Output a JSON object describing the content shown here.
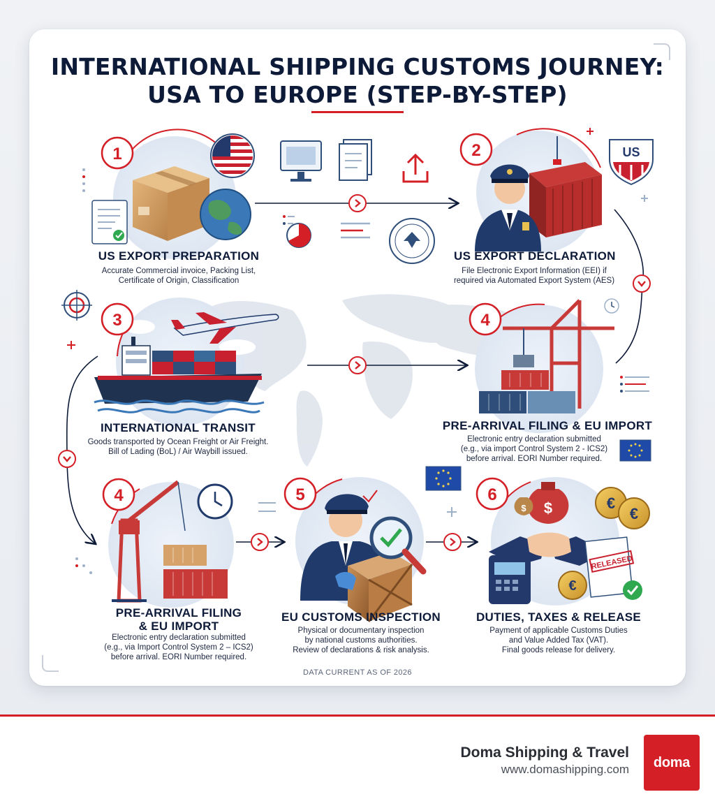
{
  "title": {
    "line1": "INTERNATIONAL SHIPPING CUSTOMS JOURNEY:",
    "line2": "USA TO EUROPE (STEP-BY-STEP)"
  },
  "colors": {
    "accent_red": "#d41f26",
    "navy": "#0d1a38",
    "steel_blue": "#2f4f7a"
  },
  "steps": [
    {
      "number": "1",
      "title_lines": [
        "US EXPORT PREPARATION"
      ],
      "desc_lines": [
        "Accurate Commercial invoice, Packing List,",
        "Certificate of Origin, Classification"
      ]
    },
    {
      "number": "2",
      "title_lines": [
        "US EXPORT DECLARATION"
      ],
      "desc_lines": [
        "File Electronic Export Information (EEI) if",
        "required via Automated Export System (AES)"
      ]
    },
    {
      "number": "3",
      "title_lines": [
        "INTERNATIONAL TRANSIT"
      ],
      "desc_lines": [
        "Goods transported by Ocean Freight or Air Freight.",
        "Bill of Lading (BoL) / Air Waybill issued."
      ]
    },
    {
      "number": "4",
      "title_lines": [
        "PRE-ARRIVAL FILING & EU IMPORT"
      ],
      "desc_lines": [
        "Electronic entry declaration submitted",
        "(e.g., via import Control System 2 - ICS2)",
        "before arrival. EORI Number required."
      ]
    },
    {
      "number": "4",
      "title_lines": [
        "PRE-ARRIVAL FILING",
        "& EU IMPORT"
      ],
      "desc_lines": [
        "Electronic entry declaration submitted",
        "(e.g., via Import Control System 2 – ICS2)",
        "before arrival. EORI Number required."
      ]
    },
    {
      "number": "5",
      "title_lines": [
        "EU CUSTOMS INSPECTION"
      ],
      "desc_lines": [
        "Physical or documentary inspection",
        "by national customs authorities.",
        "Review of declarations & risk analysis."
      ]
    },
    {
      "number": "6",
      "title_lines": [
        "DUTIES, TAXES & RELEASE"
      ],
      "desc_lines": [
        "Payment of applicable Customs Duties",
        "and Value Added Tax (VAT).",
        "Final goods release for delivery."
      ]
    }
  ],
  "badges": {
    "us_shield": "US",
    "released_stamp": "RELEASED",
    "euro_symbol": "€",
    "dollar_symbol": "$"
  },
  "footnote": "DATA CURRENT AS OF 2026",
  "brand": {
    "name": "Doma Shipping & Travel",
    "url": "www.domashipping.com",
    "logo_text": "doma"
  }
}
